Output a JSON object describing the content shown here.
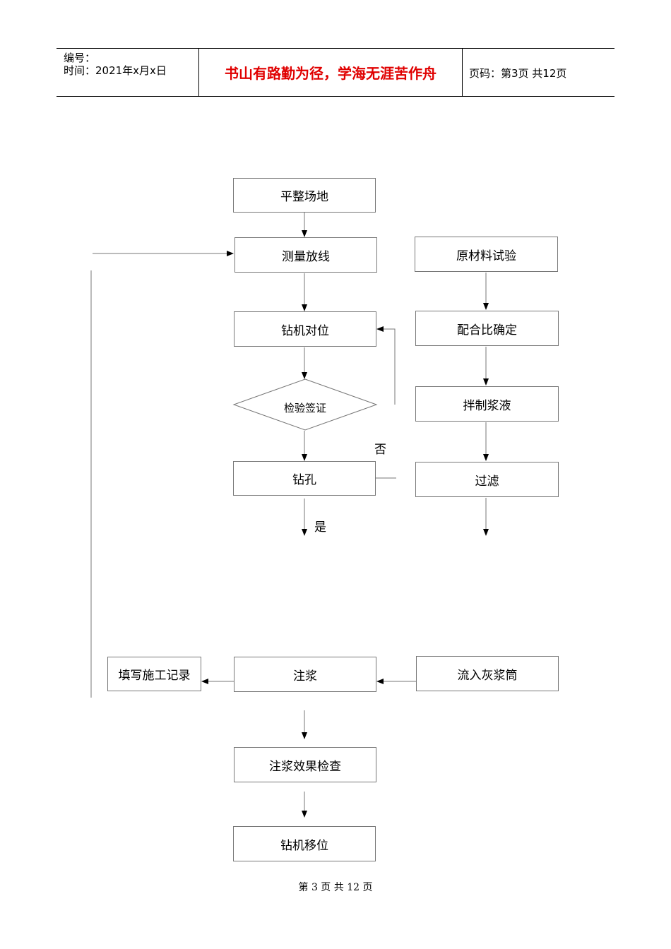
{
  "header": {
    "number_label": "编号：",
    "time_label": "时间：2021年x月x日",
    "motto": "书山有路勤为径，学海无涯苦作舟",
    "page_info": "页码：第3页  共12页"
  },
  "flowchart": {
    "nodes": {
      "level_site": "平整场地",
      "survey_layout": "测量放线",
      "rig_position": "钻机对位",
      "inspect_sign": "检验签证",
      "drilling": "钻孔",
      "raw_material_test": "原材料试验",
      "mix_ratio": "配合比确定",
      "mix_slurry": "拌制浆液",
      "filter": "过滤",
      "into_bucket": "流入灰浆筒",
      "grouting": "注浆",
      "fill_record": "填写施工记录",
      "effect_check": "注浆效果检查",
      "rig_move": "钻机移位"
    },
    "labels": {
      "no": "否",
      "yes": "是"
    }
  },
  "footer": {
    "text": "第 3 页 共 12 页"
  }
}
